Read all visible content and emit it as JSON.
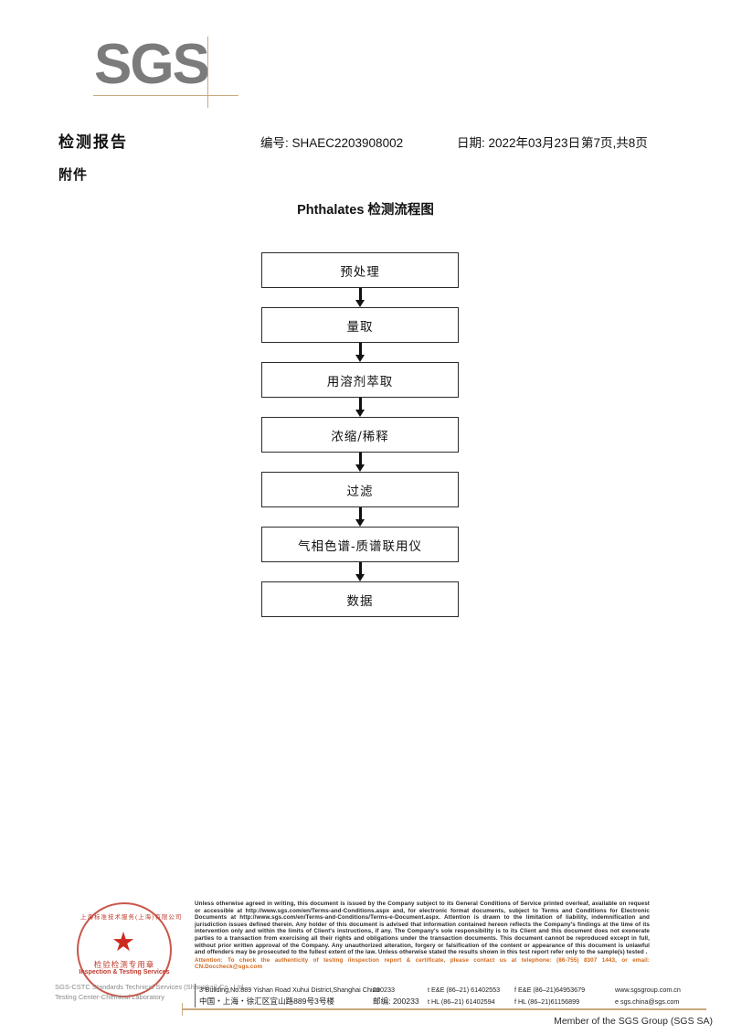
{
  "logo": {
    "text": "SGS"
  },
  "header": {
    "doc_title": "检测报告",
    "report_no": "编号: SHAEC2203908002",
    "date": "日期: 2022年03月23日",
    "page_count": "第7页,共8页",
    "attachment_label": "附件"
  },
  "flowchart": {
    "title": "Phthalates 检测流程图",
    "nodes": [
      {
        "label": "预处理"
      },
      {
        "label": "量取"
      },
      {
        "label": "用溶剂萃取"
      },
      {
        "label": "浓缩/稀释"
      },
      {
        "label": "过滤"
      },
      {
        "label": "气相色谱-质谱联用仪"
      },
      {
        "label": "数据"
      }
    ]
  },
  "seal": {
    "arc_top": "上海标准技术服务(上海)有限公司",
    "cn_text": "检验检测专用章",
    "en_text": "Inspection & Testing Services",
    "under_line1": "SGS-CSTC Standards Technical Services (Shanghai) Co., Ltd.",
    "under_line2": "Testing Center-Chemical Laboratory"
  },
  "legal": {
    "paragraph": "Unless otherwise agreed in writing, this document is issued by the Company subject to its General Conditions of Service printed overleaf, available on request or accessible at http://www.sgs.com/en/Terms-and-Conditions.aspx and, for electronic format documents, subject to Terms and Conditions for Electronic Documents at http://www.sgs.com/en/Terms-and-Conditions/Terms-e-Document.aspx. Attention is drawn to the limitation of liability, indemnification and jurisdiction issues defined therein. Any holder of this document is advised that information contained hereon reflects the Company's findings at the time of its intervention only and within the limits of Client's instructions, if any. The Company's sole responsibility is to its Client and this document does not exonerate parties to a transaction from exercising all their rights and obligations under the transaction documents. This document cannot be reproduced except in full, without prior written approval of the Company. Any unauthorized alteration, forgery or falsification of the content or appearance of this document is unlawful and offenders may be prosecuted to the fullest extent of the law. Unless otherwise stated the results shown in this test report refer only to the sample(s) tested .",
    "attention": "Attention: To check the authenticity of testing /inspection report & certificate, please contact us at telephone: (86-755) 8307 1443, or email: CN.Doccheck@sgs.com",
    "attention_color": "#d2691e"
  },
  "address": {
    "row_en": {
      "address": "3\"Building,No.889 Yishan Road Xuhui District,Shanghai China",
      "zip": "200233",
      "tel1": "t E&E (86–21) 61402553",
      "tel2": "f E&E (86–21)64953679",
      "web": "www.sgsgroup.com.cn"
    },
    "row_cn": {
      "address": "中国・上海・徐汇区宜山路889号3号楼",
      "zip": "邮编: 200233",
      "tel1": "t HL (86–21) 61402594",
      "tel2": "f HL (86–21)61156899",
      "web": "e sgs.china@sgs.com"
    }
  },
  "footer": {
    "member_line": "Member of the SGS Group (SGS SA)",
    "rule_color": "#c9a97f"
  }
}
